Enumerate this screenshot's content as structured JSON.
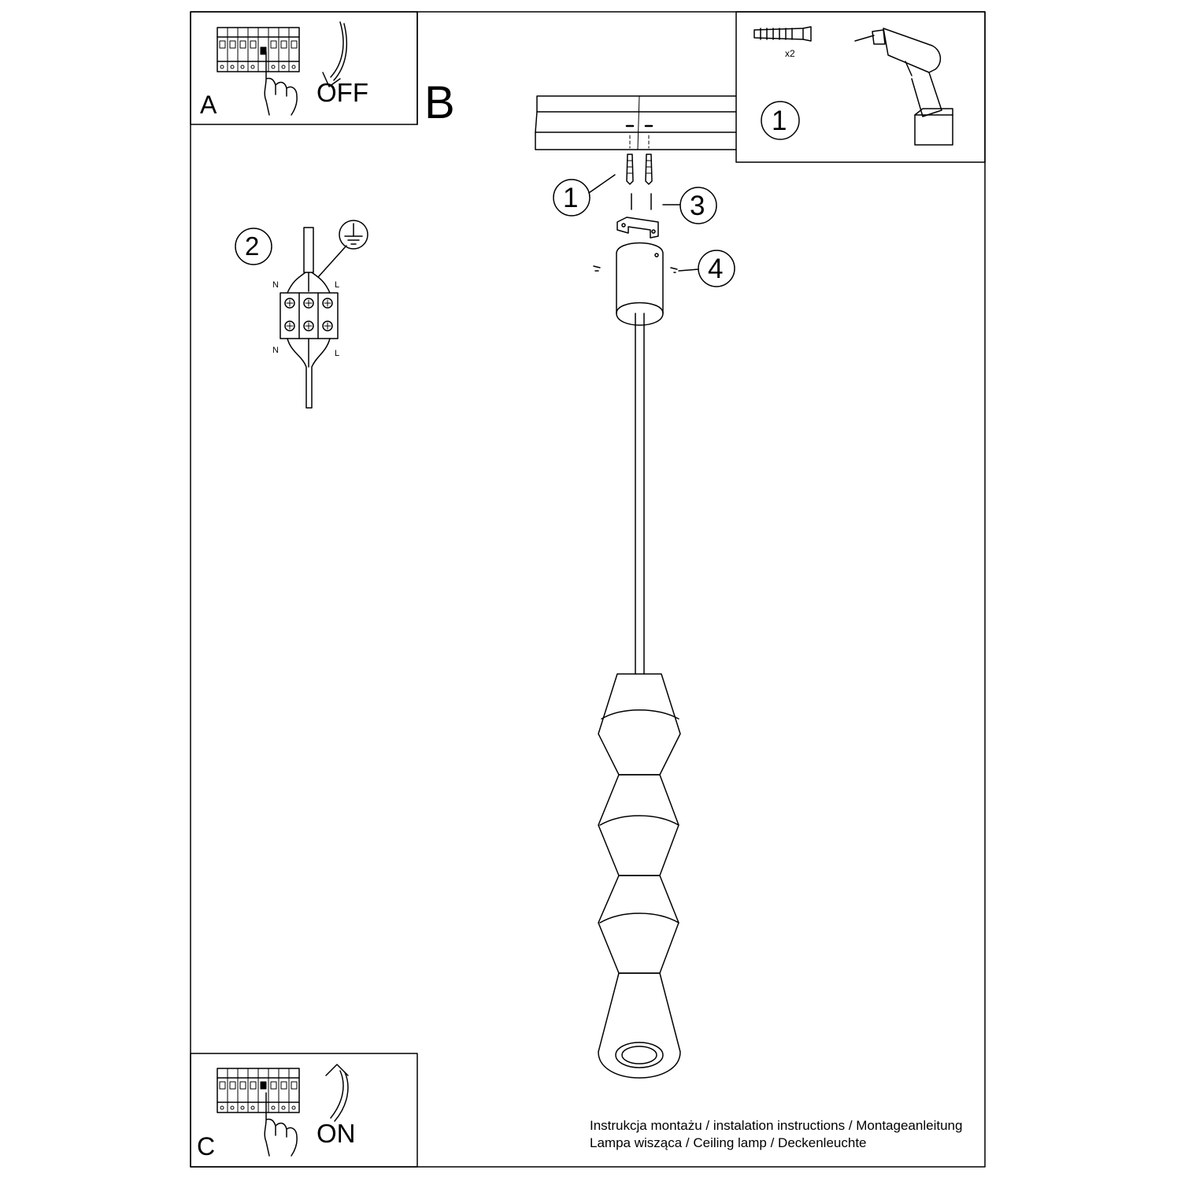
{
  "panel_a": {
    "letter": "A",
    "state": "OFF"
  },
  "panel_b": {
    "letter": "B"
  },
  "panel_c": {
    "letter": "C",
    "state": "ON"
  },
  "steps": {
    "drill": "1",
    "anchors": "1",
    "wiring": "2",
    "screws": "3",
    "set_screws": "4"
  },
  "anchor_quantity": "x2",
  "wiring_labels": {
    "neutral_top": "N",
    "live_top": "L",
    "neutral_bottom": "N",
    "live_bottom": "L"
  },
  "footer": {
    "line1": "Instrukcja montażu / instalation instructions / Montageanleitung",
    "line2": "Lampa wisząca / Ceiling lamp / Deckenleuchte"
  },
  "icons": {
    "breaker_off": "circuit-breaker-hand-icon",
    "breaker_on": "circuit-breaker-hand-icon",
    "drill": "drill-icon",
    "anchor": "wall-anchor-icon",
    "ground": "ground-symbol-icon"
  }
}
